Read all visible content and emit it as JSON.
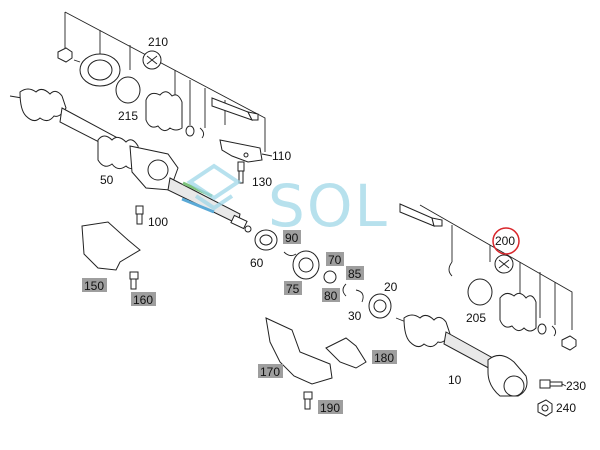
{
  "callouts": {
    "c210": "210",
    "c215": "215",
    "c110": "110",
    "c130": "130",
    "c50": "50",
    "c100": "100",
    "c90": "90",
    "c60": "60",
    "c70": "70",
    "c85": "85",
    "c75": "75",
    "c80": "80",
    "c20": "20",
    "c30": "30",
    "c150": "150",
    "c160": "160",
    "c200": "200",
    "c205": "205",
    "c180": "180",
    "c170": "170",
    "c190": "190",
    "c10": "10",
    "c230": "230",
    "c240": "240"
  },
  "watermark": "SOL",
  "highlight_color": "#d9262b",
  "shade_color": "#9e9e9e",
  "watermark_color": "#9fd7e8"
}
